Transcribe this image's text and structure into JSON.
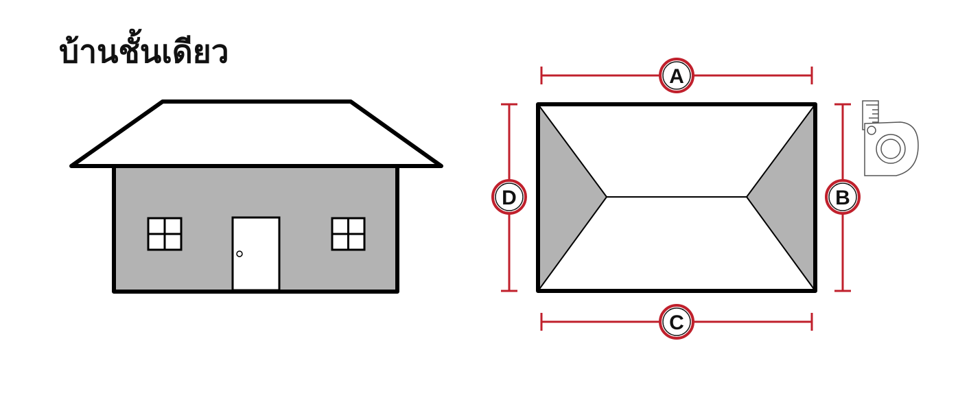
{
  "title": "บ้านชั้นเดียว",
  "dimensions": {
    "top": "A",
    "right": "B",
    "bottom": "C",
    "left": "D"
  },
  "colors": {
    "dimension_line": "#c0202c",
    "outline": "#000000",
    "wall_fill": "#b3b3b3",
    "roof_fill": "#ffffff",
    "hip_fill": "#b3b3b3",
    "tape_measure": "#555555"
  },
  "icons": {
    "house": "house-front-view",
    "roof_plan": "hip-roof-top-view",
    "tape": "tape-measure-icon"
  }
}
